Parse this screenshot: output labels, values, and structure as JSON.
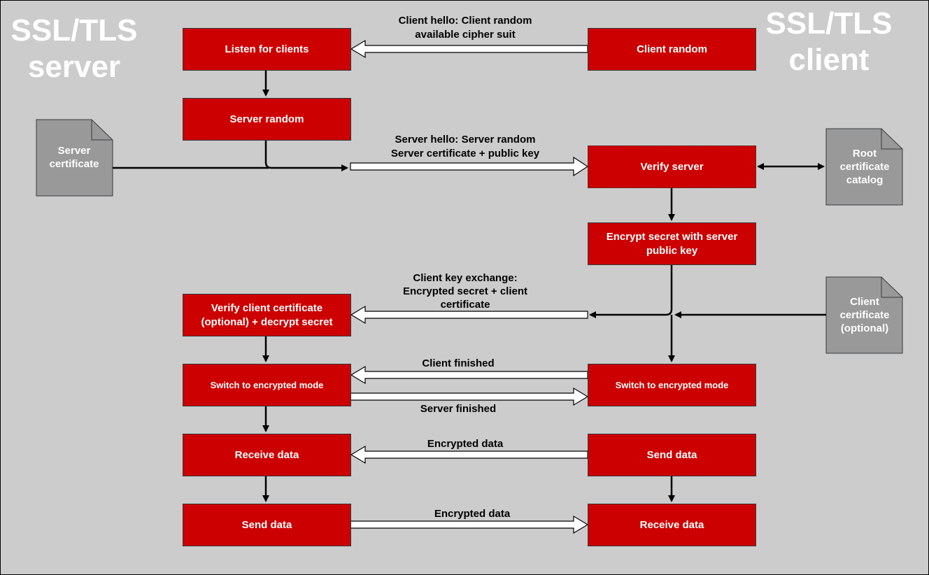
{
  "titles": {
    "server": "SSL/TLS server",
    "client": "SSL/TLS client"
  },
  "server_steps": {
    "listen": "Listen for clients",
    "random": "Server random",
    "verify_client": "Verify client certificate (optional) + decrypt secret",
    "switch": "Switch to encrypted mode",
    "receive": "Receive data",
    "send": "Send data"
  },
  "client_steps": {
    "random": "Client random",
    "verify": "Verify server",
    "encrypt": "Encrypt secret with server public key",
    "switch": "Switch to encrypted mode",
    "send": "Send data",
    "receive": "Receive data"
  },
  "documents": {
    "server_cert": "Server certificate",
    "root_catalog": "Root certificate catalog",
    "client_cert": "Client certificate (optional)"
  },
  "messages": {
    "client_hello_1": "Client hello: Client random",
    "client_hello_2": "available cipher suit",
    "server_hello_1": "Server hello: Server random",
    "server_hello_2": "Server certificate + public key",
    "key_exchange_1": "Client key exchange:",
    "key_exchange_2": "Encrypted secret + client",
    "key_exchange_3": "certificate",
    "client_finished": "Client finished",
    "server_finished": "Server finished",
    "encrypted_data_1": "Encrypted data",
    "encrypted_data_2": "Encrypted data"
  },
  "colors": {
    "background": "#cccccc",
    "step": "#cc0000",
    "document": "#999999",
    "text_light": "#ffffff"
  }
}
